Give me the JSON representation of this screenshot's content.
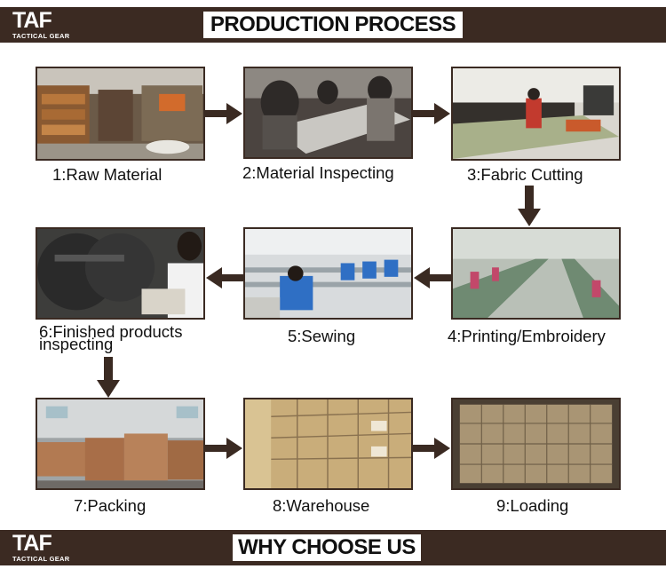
{
  "header": {
    "logo_text": "TAF",
    "logo_sub": "TACTICAL GEAR",
    "title": "PRODUCTION PROCESS"
  },
  "steps": [
    {
      "label": "1:Raw Material"
    },
    {
      "label": "2:Material Inspecting"
    },
    {
      "label": "3:Fabric Cutting"
    },
    {
      "label": "4:Printing/Embroidery"
    },
    {
      "label": "5:Sewing"
    },
    {
      "label_line1": "6:Finished products",
      "label_line2": "inspecting"
    },
    {
      "label": "7:Packing"
    },
    {
      "label": "8:Warehouse"
    },
    {
      "label": "9:Loading"
    }
  ],
  "footer": {
    "logo_text": "TAF",
    "logo_sub": "TACTICAL GEAR",
    "title": "WHY CHOOSE US"
  },
  "colors": {
    "band": "#3b2a22",
    "arrow": "#3a2a22"
  }
}
